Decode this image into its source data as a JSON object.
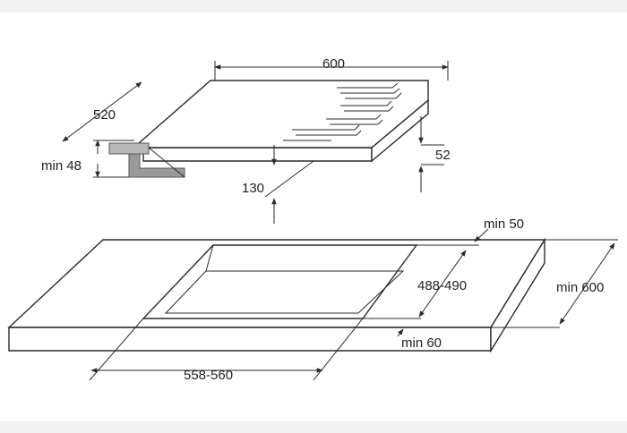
{
  "dimensions": {
    "hob_width": "600",
    "hob_depth": "520",
    "min_counter_gap": "min 48",
    "hob_height": "52",
    "hob_clearance": "130",
    "min_back_edge": "min 50",
    "cutout_depth": "488-490",
    "counter_depth": "min 600",
    "min_front_edge": "min 60",
    "cutout_width": "558-560"
  },
  "colors": {
    "line": "#2a2a2a",
    "frame": "#f1f1f2",
    "bracket": "#8a8a8a"
  }
}
